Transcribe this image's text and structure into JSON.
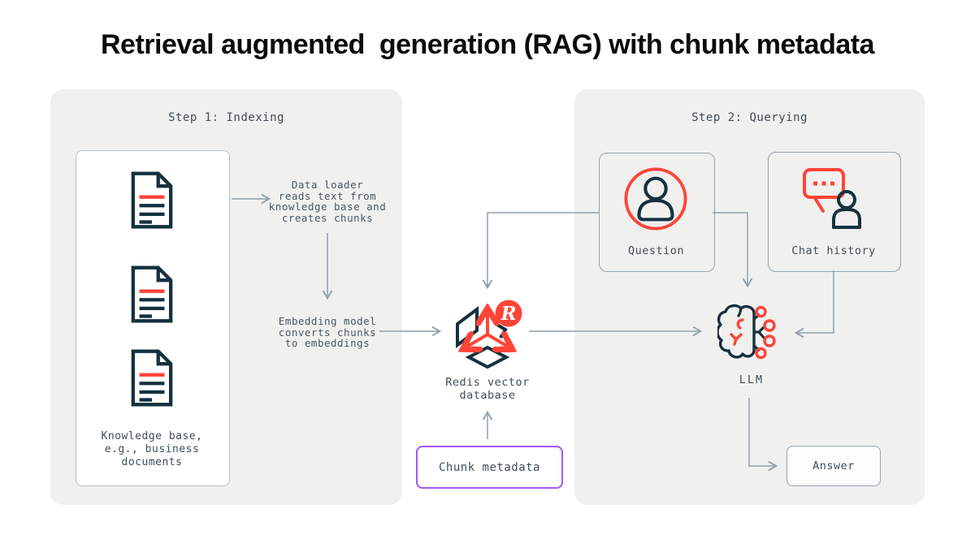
{
  "title": "Retrieval augmented  generation (RAG) with chunk metadata",
  "colors": {
    "brand_red": "#ff4438",
    "ink_navy": "#14313f",
    "arrow_gray": "#8fa1aa",
    "panel_gray": "#f0f0ef",
    "chunk_purple": "#a855f7",
    "text_gray": "#48575f"
  },
  "step1": {
    "heading": "Step 1: Indexing",
    "knowledge_base_label": "Knowledge base,\ne.g., business\ndocuments",
    "data_loader_note": "Data loader\nreads text from\nknowledge base and\ncreates chunks",
    "embedding_note": "Embedding model\nconverts chunks\nto embeddings"
  },
  "center": {
    "redis_label": "Redis vector\ndatabase",
    "redis_logo_letter": "R",
    "chunk_metadata_label": "Chunk metadata"
  },
  "step2": {
    "heading": "Step 2: Querying",
    "question_label": "Question",
    "chat_history_label": "Chat history",
    "llm_label": "LLM",
    "answer_label": "Answer"
  },
  "icons": {
    "knowledge_base": "document-icon",
    "question": "person-in-circle-icon",
    "chat_history": "chat-bubble-person-icon",
    "database": "redis-vector-cube-icon",
    "llm": "brain-network-icon",
    "connectors": "arrow-icon"
  }
}
